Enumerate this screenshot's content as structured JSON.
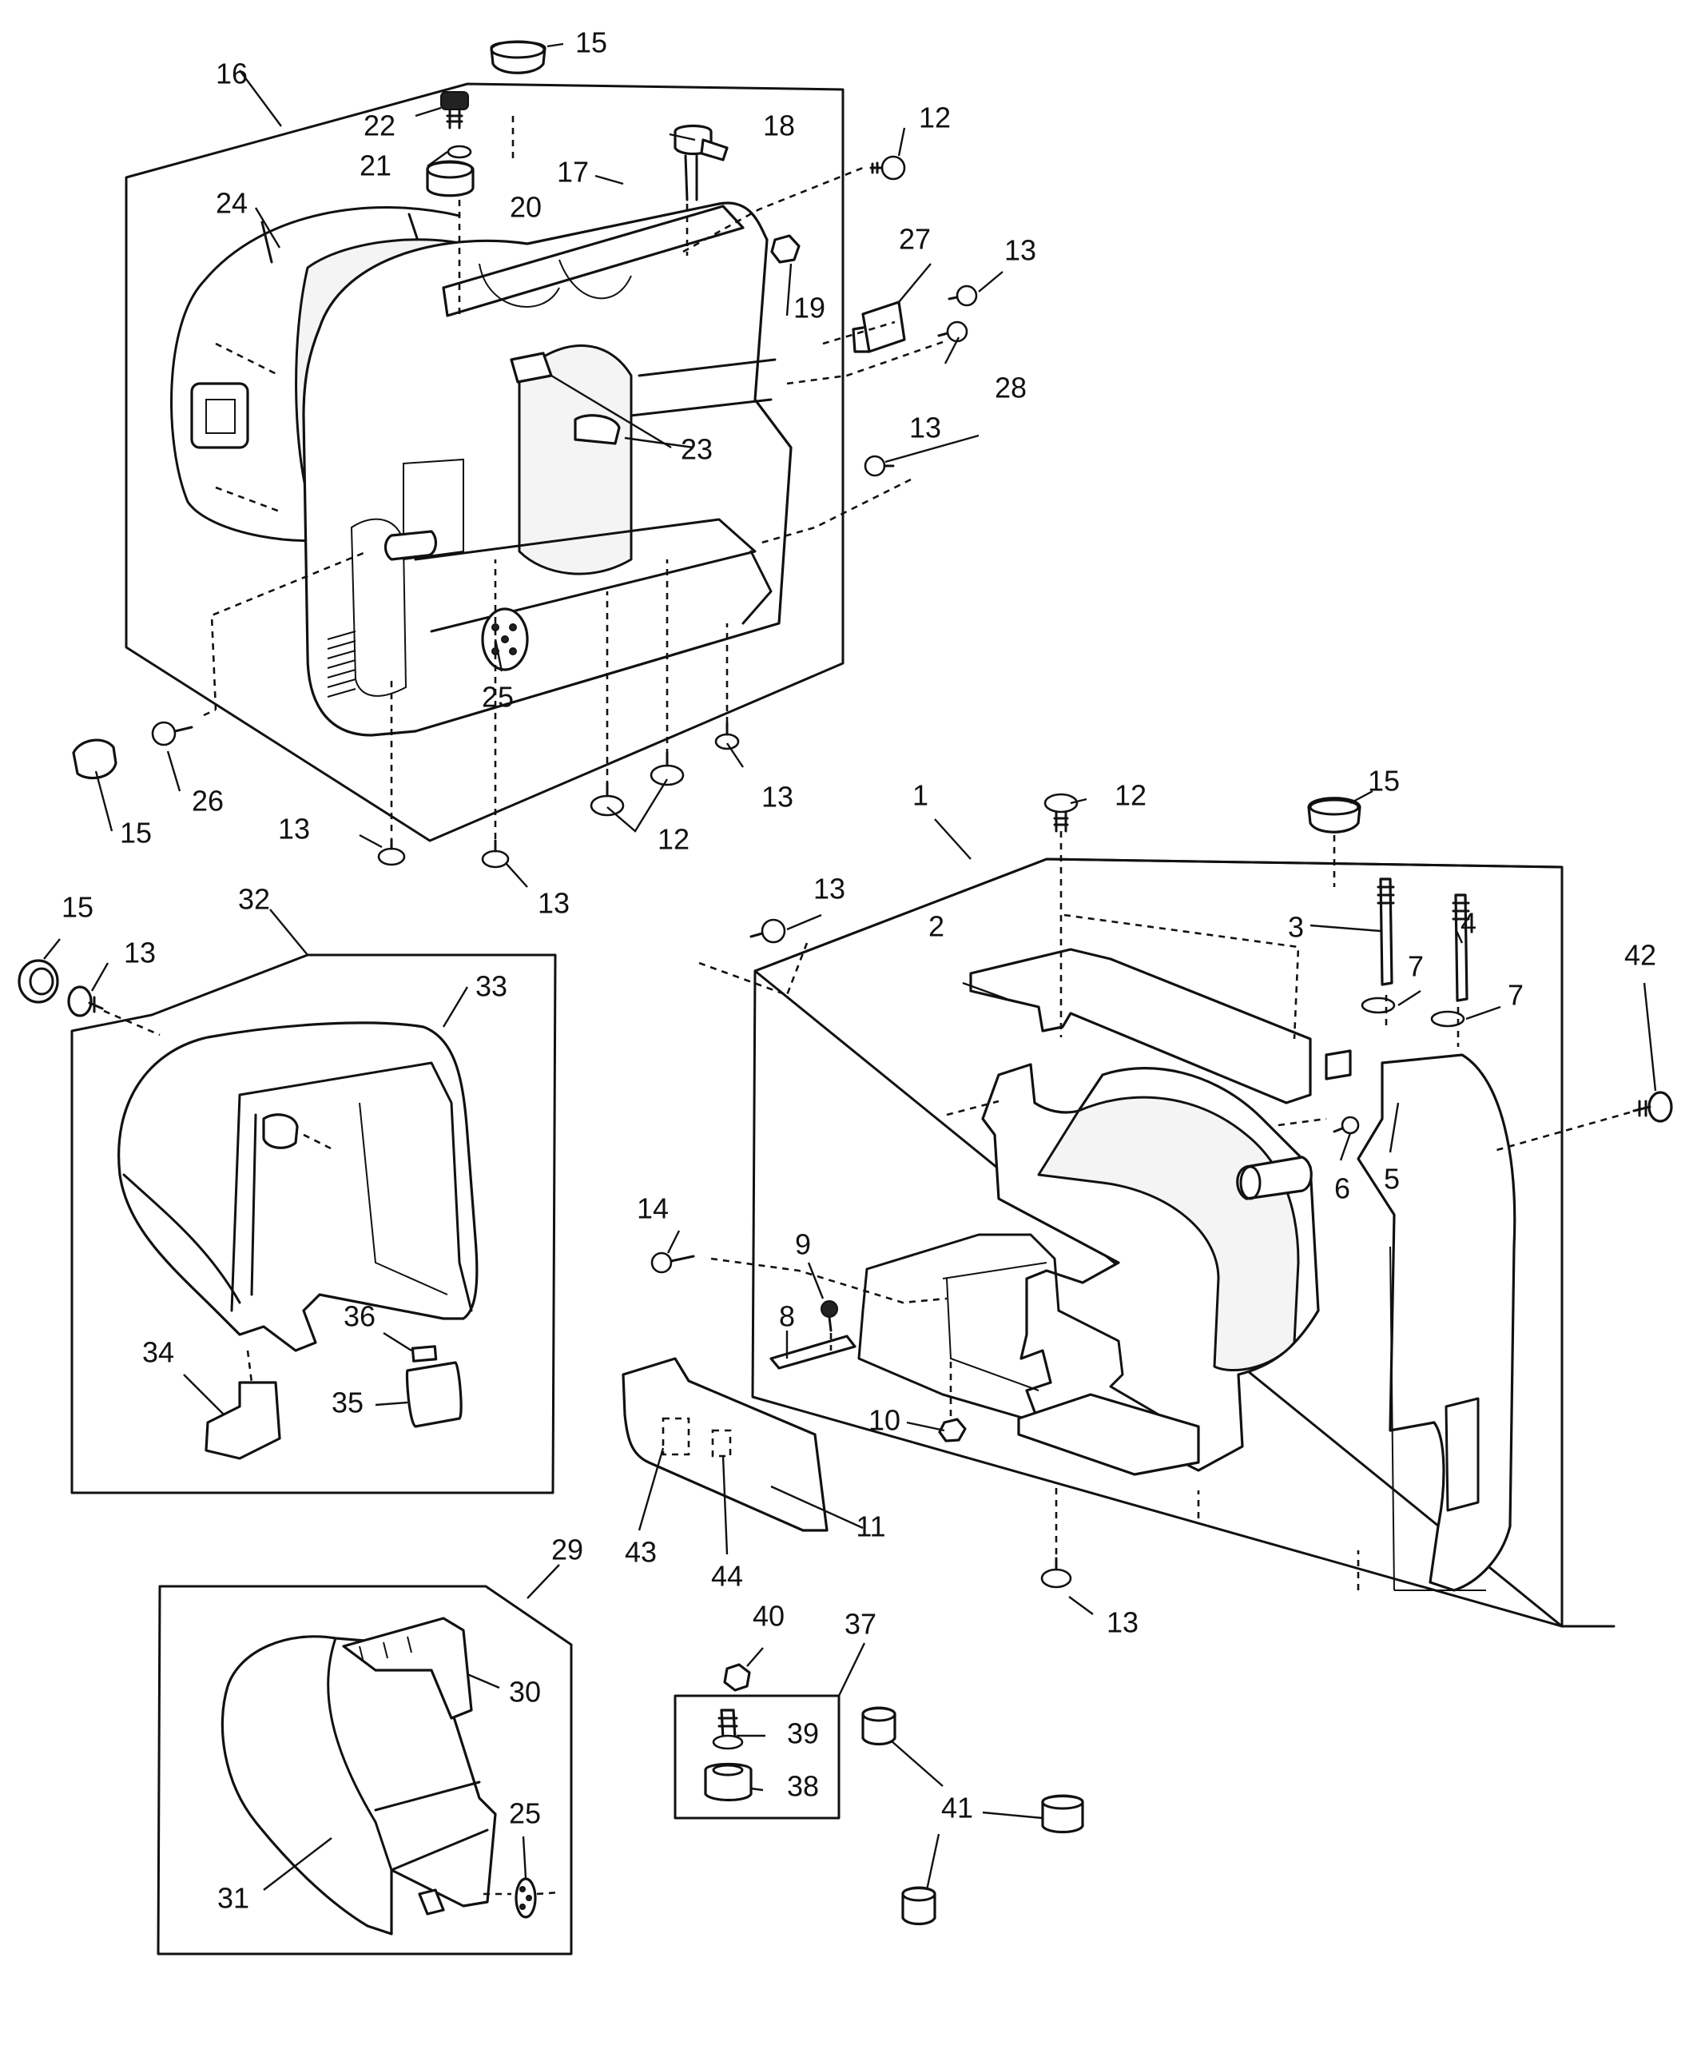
{
  "callouts": [
    {
      "id": "c15a",
      "text": "15"
    },
    {
      "id": "c16",
      "text": "16"
    },
    {
      "id": "c22",
      "text": "22"
    },
    {
      "id": "c18",
      "text": "18"
    },
    {
      "id": "c12a",
      "text": "12"
    },
    {
      "id": "c21",
      "text": "21"
    },
    {
      "id": "c17",
      "text": "17"
    },
    {
      "id": "c20",
      "text": "20"
    },
    {
      "id": "c24",
      "text": "24"
    },
    {
      "id": "c27",
      "text": "27"
    },
    {
      "id": "c13a",
      "text": "13"
    },
    {
      "id": "c19",
      "text": "19"
    },
    {
      "id": "c28",
      "text": "28"
    },
    {
      "id": "c13b",
      "text": "13"
    },
    {
      "id": "c23",
      "text": "23"
    },
    {
      "id": "c25a",
      "text": "25"
    },
    {
      "id": "c26",
      "text": "26"
    },
    {
      "id": "c15b",
      "text": "15"
    },
    {
      "id": "c13c",
      "text": "13"
    },
    {
      "id": "c12b",
      "text": "12"
    },
    {
      "id": "c13d",
      "text": "13"
    },
    {
      "id": "c13e",
      "text": "13"
    },
    {
      "id": "c1",
      "text": "1"
    },
    {
      "id": "c12c",
      "text": "12"
    },
    {
      "id": "c15c",
      "text": "15"
    },
    {
      "id": "c15d",
      "text": "15"
    },
    {
      "id": "c32",
      "text": "32"
    },
    {
      "id": "c13f",
      "text": "13"
    },
    {
      "id": "c13g",
      "text": "13"
    },
    {
      "id": "c33",
      "text": "33"
    },
    {
      "id": "c2",
      "text": "2"
    },
    {
      "id": "c3",
      "text": "3"
    },
    {
      "id": "c4",
      "text": "4"
    },
    {
      "id": "c42",
      "text": "42"
    },
    {
      "id": "c7a",
      "text": "7"
    },
    {
      "id": "c7b",
      "text": "7"
    },
    {
      "id": "c6",
      "text": "6"
    },
    {
      "id": "c5",
      "text": "5"
    },
    {
      "id": "c14",
      "text": "14"
    },
    {
      "id": "c9",
      "text": "9"
    },
    {
      "id": "c8",
      "text": "8"
    },
    {
      "id": "c36",
      "text": "36"
    },
    {
      "id": "c34",
      "text": "34"
    },
    {
      "id": "c35",
      "text": "35"
    },
    {
      "id": "c10",
      "text": "10"
    },
    {
      "id": "c11",
      "text": "11"
    },
    {
      "id": "c43",
      "text": "43"
    },
    {
      "id": "c44",
      "text": "44"
    },
    {
      "id": "c13h",
      "text": "13"
    },
    {
      "id": "c29",
      "text": "29"
    },
    {
      "id": "c40",
      "text": "40"
    },
    {
      "id": "c37",
      "text": "37"
    },
    {
      "id": "c30",
      "text": "30"
    },
    {
      "id": "c39",
      "text": "39"
    },
    {
      "id": "c38",
      "text": "38"
    },
    {
      "id": "c41",
      "text": "41"
    },
    {
      "id": "c25b",
      "text": "25"
    },
    {
      "id": "c31",
      "text": "31"
    }
  ]
}
